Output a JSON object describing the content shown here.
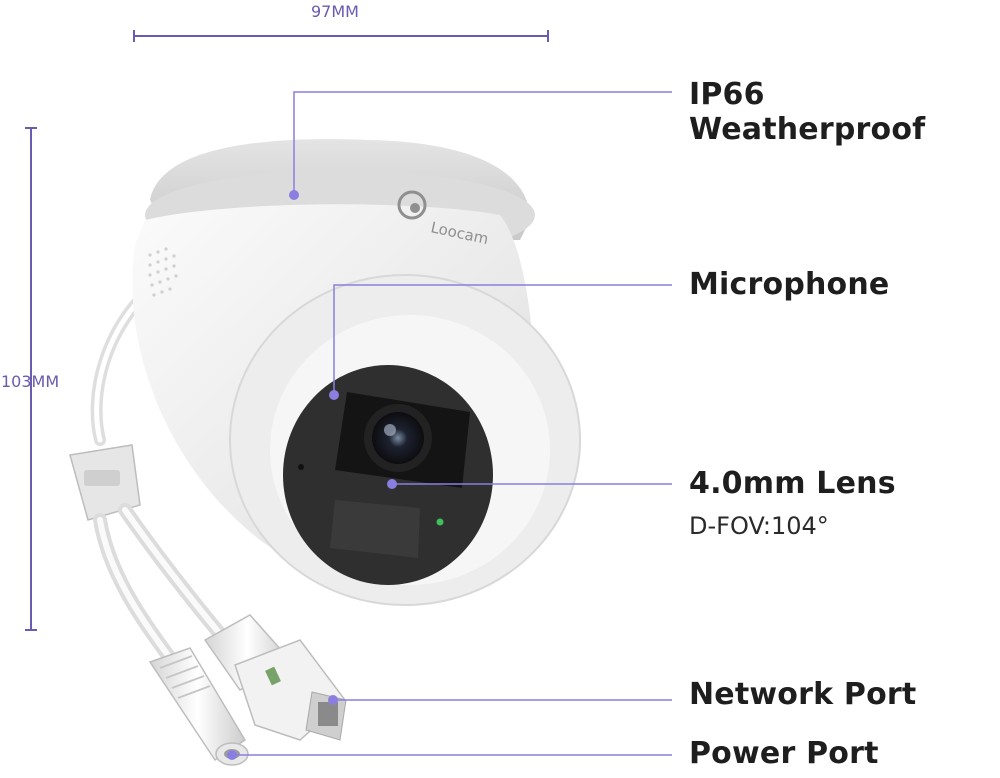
{
  "dimensions": {
    "width_label": "97MM",
    "height_label": "103MM"
  },
  "brand": {
    "logo_text": "Loocam"
  },
  "features": [
    {
      "title": "IP66 Weatherproof"
    },
    {
      "title": "Microphone"
    },
    {
      "title": "4.0mm Lens",
      "subtitle": "D-FOV:104°"
    },
    {
      "title": "Network Port"
    },
    {
      "title": "Power Port"
    }
  ],
  "colors": {
    "accent": "#6a5bb0",
    "callout_dot": "#8a7fe0",
    "camera_body": "#f2f2f2",
    "lens_face": "#2e2e2e"
  }
}
